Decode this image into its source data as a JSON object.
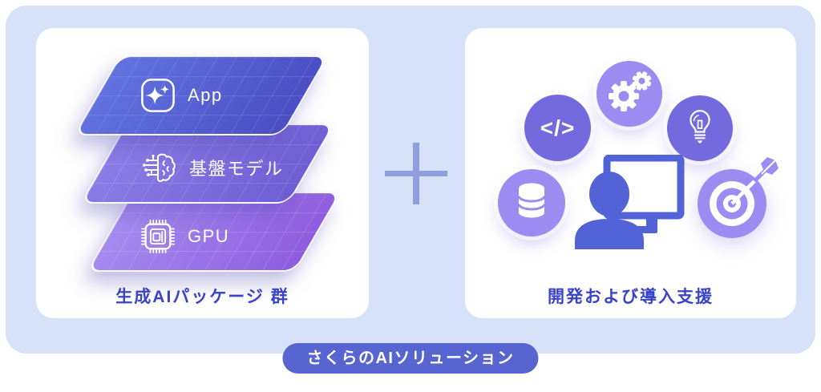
{
  "diagram": {
    "footer_pill_label": "さくらのAIソリューション",
    "plus_sign": "+"
  },
  "left_card": {
    "caption": "生成AIパッケージ 群",
    "layers": [
      {
        "label": "App",
        "icon": "sparkle-icon"
      },
      {
        "label": "基盤モデル",
        "icon": "brain-circuit-icon"
      },
      {
        "label": "GPU",
        "icon": "gpu-chip-icon"
      }
    ]
  },
  "right_card": {
    "caption": "開発および導入支援",
    "code_symbol": "</>",
    "icons": [
      "code-brackets-icon",
      "gears-icon",
      "lightbulb-icon",
      "database-icon",
      "target-arrow-icon",
      "person-monitor-icon"
    ]
  },
  "colors": {
    "canvas_bg": "#FFFFFF",
    "container_bg": "#D7E2FA",
    "card_bg": "#FFFFFF",
    "caption_text": "#3943C9",
    "pill_bg": "#5765D0",
    "pill_text": "#FFFFFF",
    "plus": "#8F9EDD",
    "layer_app_gradient": [
      "#6273E0",
      "#4A4EC4"
    ],
    "layer_model_gradient": [
      "#8B7DE6",
      "#6F5DD4"
    ],
    "layer_gpu_gradient": [
      "#A58CEF",
      "#8E5CDF"
    ],
    "circle_dark": "#746ADE",
    "circle_light": "#9C8BF1",
    "figure_indigo": "#5163D6",
    "icon_white": "#FFFFFF"
  }
}
